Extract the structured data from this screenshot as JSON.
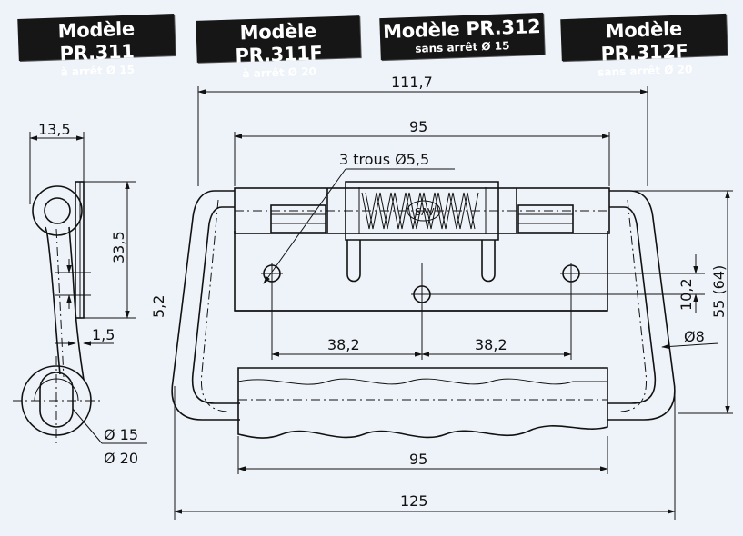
{
  "models": [
    {
      "title": "Modèle PR.311",
      "subtitle": "à arrêt Ø 15"
    },
    {
      "title": "Modèle PR.311F",
      "subtitle": "à arrêt Ø 20"
    },
    {
      "title": "Modèle PR.312",
      "subtitle": "sans arrêt Ø 15"
    },
    {
      "title": "Modèle PR.312F",
      "subtitle": "sans arrêt Ø 20"
    }
  ],
  "side_view": {
    "dim_width": "13,5",
    "dim_height": "33,5",
    "dim_offset": "5,2",
    "dim_thickness": "1,5",
    "dia_small": "Ø 15",
    "dia_large": "Ø 20"
  },
  "front_view": {
    "dim_overall_top": "111,7",
    "dim_holes": "95",
    "holes_note": "3 trous Ø5,5",
    "stamp": "SAV",
    "dim_left_spacing": "38,2",
    "dim_right_spacing": "38,2",
    "dim_hole_height": "10,2",
    "dim_total_height": "55 (64)",
    "dim_rod": "Ø8",
    "dim_grip": "95",
    "dim_overall_bottom": "125"
  }
}
